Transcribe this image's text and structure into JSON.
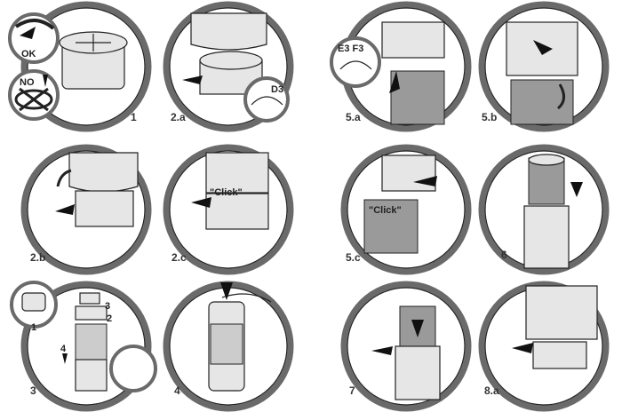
{
  "steps": [
    {
      "id": "1",
      "callouts": [
        "OK",
        "NO"
      ]
    },
    {
      "id": "2.a",
      "callouts": [
        "D3"
      ]
    },
    {
      "id": "2.b",
      "callouts": []
    },
    {
      "id": "2.c",
      "callouts": [
        "\"Click\""
      ]
    },
    {
      "id": "3",
      "callouts": [
        "1",
        "2",
        "3",
        "4"
      ]
    },
    {
      "id": "4",
      "callouts": []
    },
    {
      "id": "5.a",
      "callouts": [
        "E3  F3"
      ]
    },
    {
      "id": "5.b",
      "callouts": []
    },
    {
      "id": "5.c",
      "callouts": [
        "\"Click\""
      ]
    },
    {
      "id": "6",
      "callouts": []
    },
    {
      "id": "7",
      "callouts": []
    },
    {
      "id": "8.a",
      "callouts": []
    }
  ]
}
